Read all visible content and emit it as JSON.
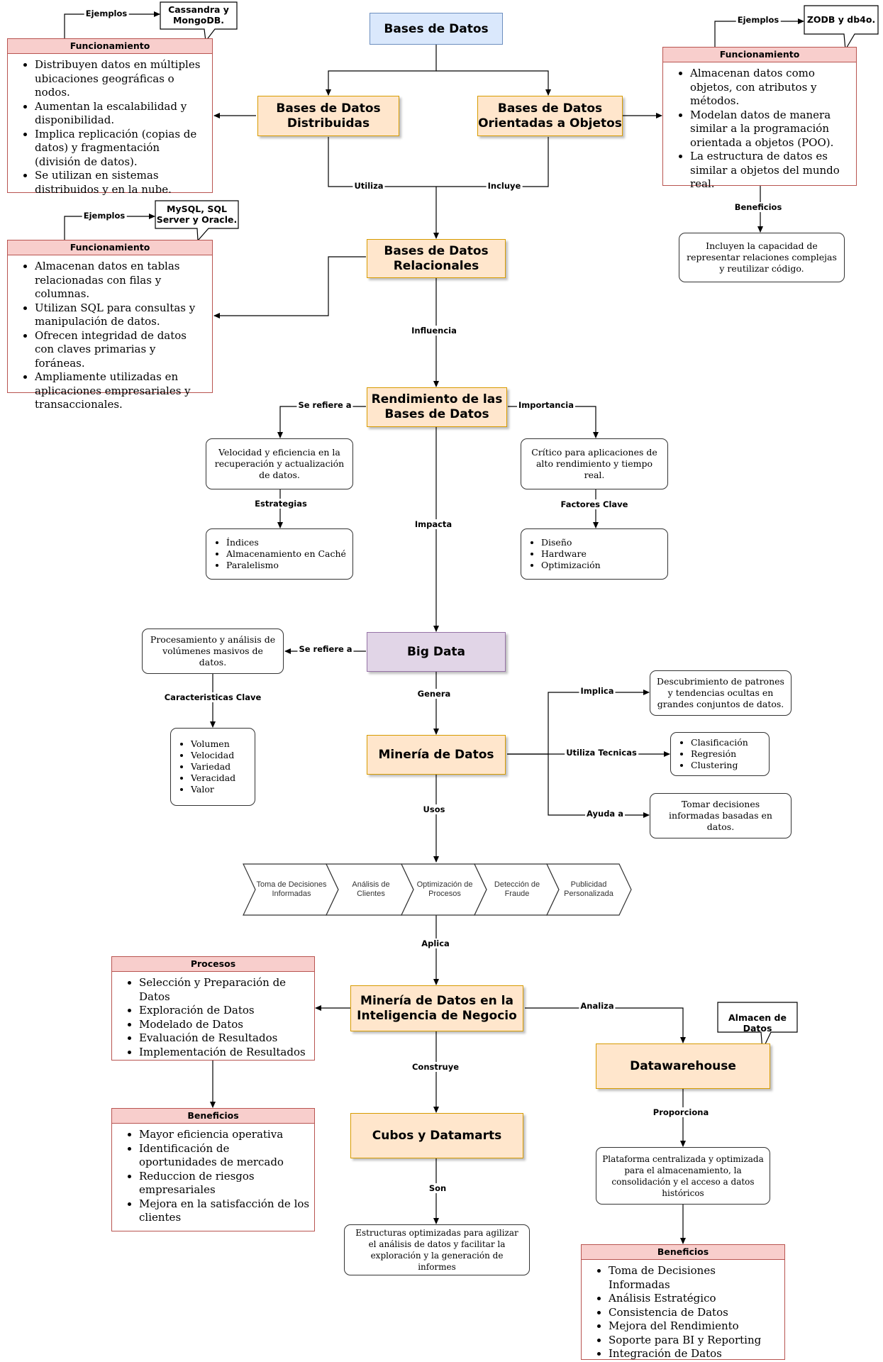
{
  "nodes": {
    "bases_de_datos": "Bases de Datos",
    "distribuidas": "Bases de Datos\nDistribuidas",
    "objetos": "Bases de Datos\nOrientadas a Objetos",
    "relacionales": "Bases de Datos\nRelacionales",
    "rendimiento": "Rendimiento de las\nBases de Datos",
    "big_data": "Big Data",
    "mineria": "Minería de Datos",
    "mineria_bi": "Minería de Datos en la\nInteligencia de Negocio",
    "cubos": "Cubos y Datamarts",
    "datawarehouse": "Datawarehouse"
  },
  "panels": {
    "dist_func": {
      "header": "Funcionamiento",
      "items": [
        "Distribuyen datos en múltiples ubicaciones geográficas o nodos.",
        "Aumentan la escalabilidad y disponibilidad.",
        "Implica replicación (copias de datos) y fragmentación (división de datos).",
        "Se utilizan en sistemas distribuidos y en la nube."
      ]
    },
    "rel_func": {
      "header": "Funcionamiento",
      "items": [
        "Almacenan datos en tablas relacionadas con filas y columnas.",
        "Utilizan SQL para consultas y manipulación de datos.",
        "Ofrecen integridad de datos con claves primarias y foráneas.",
        "Ampliamente utilizadas en aplicaciones empresariales y transaccionales."
      ]
    },
    "obj_func": {
      "header": "Funcionamiento",
      "items": [
        "Almacenan datos como objetos, con atributos y métodos.",
        "Modelan datos de manera similar a la programación orientada a objetos (POO).",
        "La estructura de datos es similar a objetos del mundo real."
      ]
    },
    "procesos": {
      "header": "Procesos",
      "items": [
        "Selección y Preparación de Datos",
        "Exploración de Datos",
        "Modelado de Datos",
        "Evaluación de Resultados",
        "Implementación de Resultados"
      ]
    },
    "beneficios_bi": {
      "header": "Beneficios",
      "items": [
        "Mayor eficiencia operativa",
        "Identificación de oportunidades de mercado",
        "Reduccion de riesgos empresariales",
        "Mejora en la satisfacción de los clientes"
      ]
    },
    "beneficios_dw": {
      "header": "Beneficios",
      "items": [
        "Toma de Decisiones Informadas",
        "Análisis Estratégico",
        "Consistencia de Datos",
        "Mejora del Rendimiento",
        "Soporte para BI y Reporting",
        "Integración de Datos"
      ]
    }
  },
  "callouts": {
    "dist": "Cassandra y\nMongoDB.",
    "obj": "ZODB y db4o.",
    "rel": "MySQL, SQL\nServer y Oracle.",
    "dw": "Almacen de Datos"
  },
  "boxes": {
    "obj_benef": "Incluyen la capacidad de representar relaciones complejas y reutilizar código.",
    "velocidad": "Velocidad y eficiencia en la recuperación y actualización de datos.",
    "critico": "Crítico para aplicaciones de alto rendimiento y tiempo real.",
    "procesamiento": "Procesamiento y análisis de volúmenes masivos de datos.",
    "descubrimiento": "Descubrimiento de patrones y tendencias ocultas en grandes conjuntos de datos.",
    "tomar": "Tomar decisiones informadas basadas en datos.",
    "estructuras": "Estructuras optimizadas para agilizar el análisis de datos y facilitar la exploración y la generación de informes",
    "plataforma": "Plataforma centralizada y optimizada para el almacenamiento, la consolidación y el acceso a datos históricos"
  },
  "lists": {
    "estrategias": [
      "Índices",
      "Almacenamiento en Caché",
      "Paralelismo"
    ],
    "factores": [
      "Diseño",
      "Hardware",
      "Optimización"
    ],
    "caracteristicas": [
      "Volumen",
      "Velocidad",
      "Variedad",
      "Veracidad",
      "Valor"
    ],
    "tecnicas": [
      "Clasificación",
      "Regresión",
      "Clustering"
    ]
  },
  "usos": [
    "Toma de Decisiones\nInformadas",
    "Análisis de\nClientes",
    "Optimización de\nProcesos",
    "Detección de\nFraude",
    "Publicidad\nPersonalizada"
  ],
  "edges": {
    "ejemplos": "Ejemplos",
    "utiliza": "Utiliza",
    "incluye": "Incluye",
    "beneficios": "Beneficios",
    "influencia": "Influencia",
    "se_refiere": "Se refiere a",
    "importancia": "Importancia",
    "estrategias": "Estrategias",
    "factores_clave": "Factores Clave",
    "impacta": "Impacta",
    "caracteristicas_clave": "Caracteristicas Clave",
    "genera": "Genera",
    "implica": "Implica",
    "utiliza_tecnicas": "Utiliza Tecnicas",
    "ayuda_a": "Ayuda a",
    "usos": "Usos",
    "aplica": "Aplica",
    "analiza": "Analiza",
    "construye": "Construye",
    "proporciona": "Proporciona",
    "son": "Son"
  },
  "colors": {
    "title_fill": "#dae8fc",
    "node_fill": "#ffe6cc",
    "node_border": "#d79b00",
    "bigdata_fill": "#e1d5e7",
    "panel_head": "#f8cecc",
    "panel_border": "#b85450"
  }
}
